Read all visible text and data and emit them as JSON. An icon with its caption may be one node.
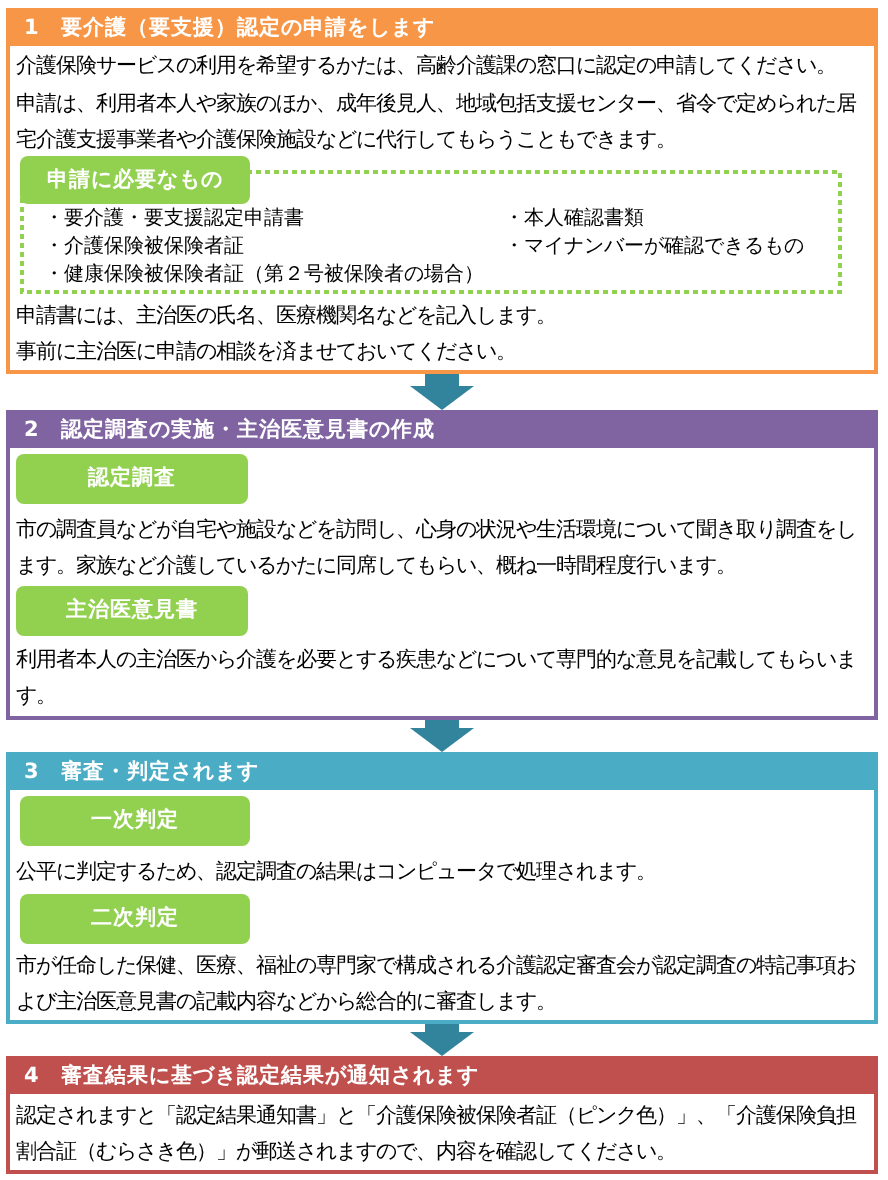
{
  "diagram": {
    "nodes": [
      {
        "text": [
          "1　要介護（要支援）認定の申請をします",
          "介護保険サービスの利用を希望するかたは、高齢介護課の窓口に認定の申請してください。",
          "申請は、利用者本人や家族のほか、成年後見人、地域包括支援センター、省令で定められた居宅介護支援事業者や介護保険施設などに代行してもらうこともできます。",
          "申請書には、主治医の氏名、医療機関名などを記入します。",
          "事前に主治医に申請の相談を済ませておいてください。"
        ]
      },
      {
        "text": [
          "申請に必要なもの",
          "・要介護・要支援認定申請書",
          "・本人確認書類",
          "・介護保険被保険者証",
          "・マイナンバーが確認できるもの",
          "・健康保険被保険者証（第２号被保険者の場合）"
        ],
        "in": 0
      },
      {
        "text": [
          "2　認定調査の実施・主治医意見書の作成",
          "市の調査員などが自宅や施設などを訪問し、心身の状況や生活環境について聞き取り調査をします。家族など介護しているかたに同席してもらい、概ね一時間程度行います。",
          "利用者本人の主治医から介護を必要とする疾患などについて専門的な意見を記載してもらいます。"
        ]
      },
      {
        "text": [
          "認定調査"
        ],
        "in": 2
      },
      {
        "text": [
          "主治医意見書"
        ],
        "in": 2
      },
      {
        "text": [
          "3　審査・判定されます",
          "公平に判定するため、認定調査の結果はコンピュータで処理されます。",
          "市が任命した保健、医療、福祉の専門家で構成される介護認定審査会が認定調査の特記事項および主治医意見書の記載内容などから総合的に審査します。"
        ]
      },
      {
        "text": [
          "一次判定"
        ],
        "in": 5
      },
      {
        "text": [
          "二次判定"
        ],
        "in": 5
      },
      {
        "text": [
          "4　審査結果に基づき認定結果が通知されます",
          "認定されますと「認定結果通知書」と「介護保険被保険者証（ピンク色）」、「介護保険負担割合証（むらさき色）」が郵送されますので、内容を確認してください。"
        ]
      }
    ],
    "edges": [
      {
        "from": 0,
        "to": 2,
        "arrow": "to"
      },
      {
        "from": 2,
        "to": 5,
        "arrow": "to"
      },
      {
        "from": 5,
        "to": 8,
        "arrow": "to"
      }
    ]
  }
}
